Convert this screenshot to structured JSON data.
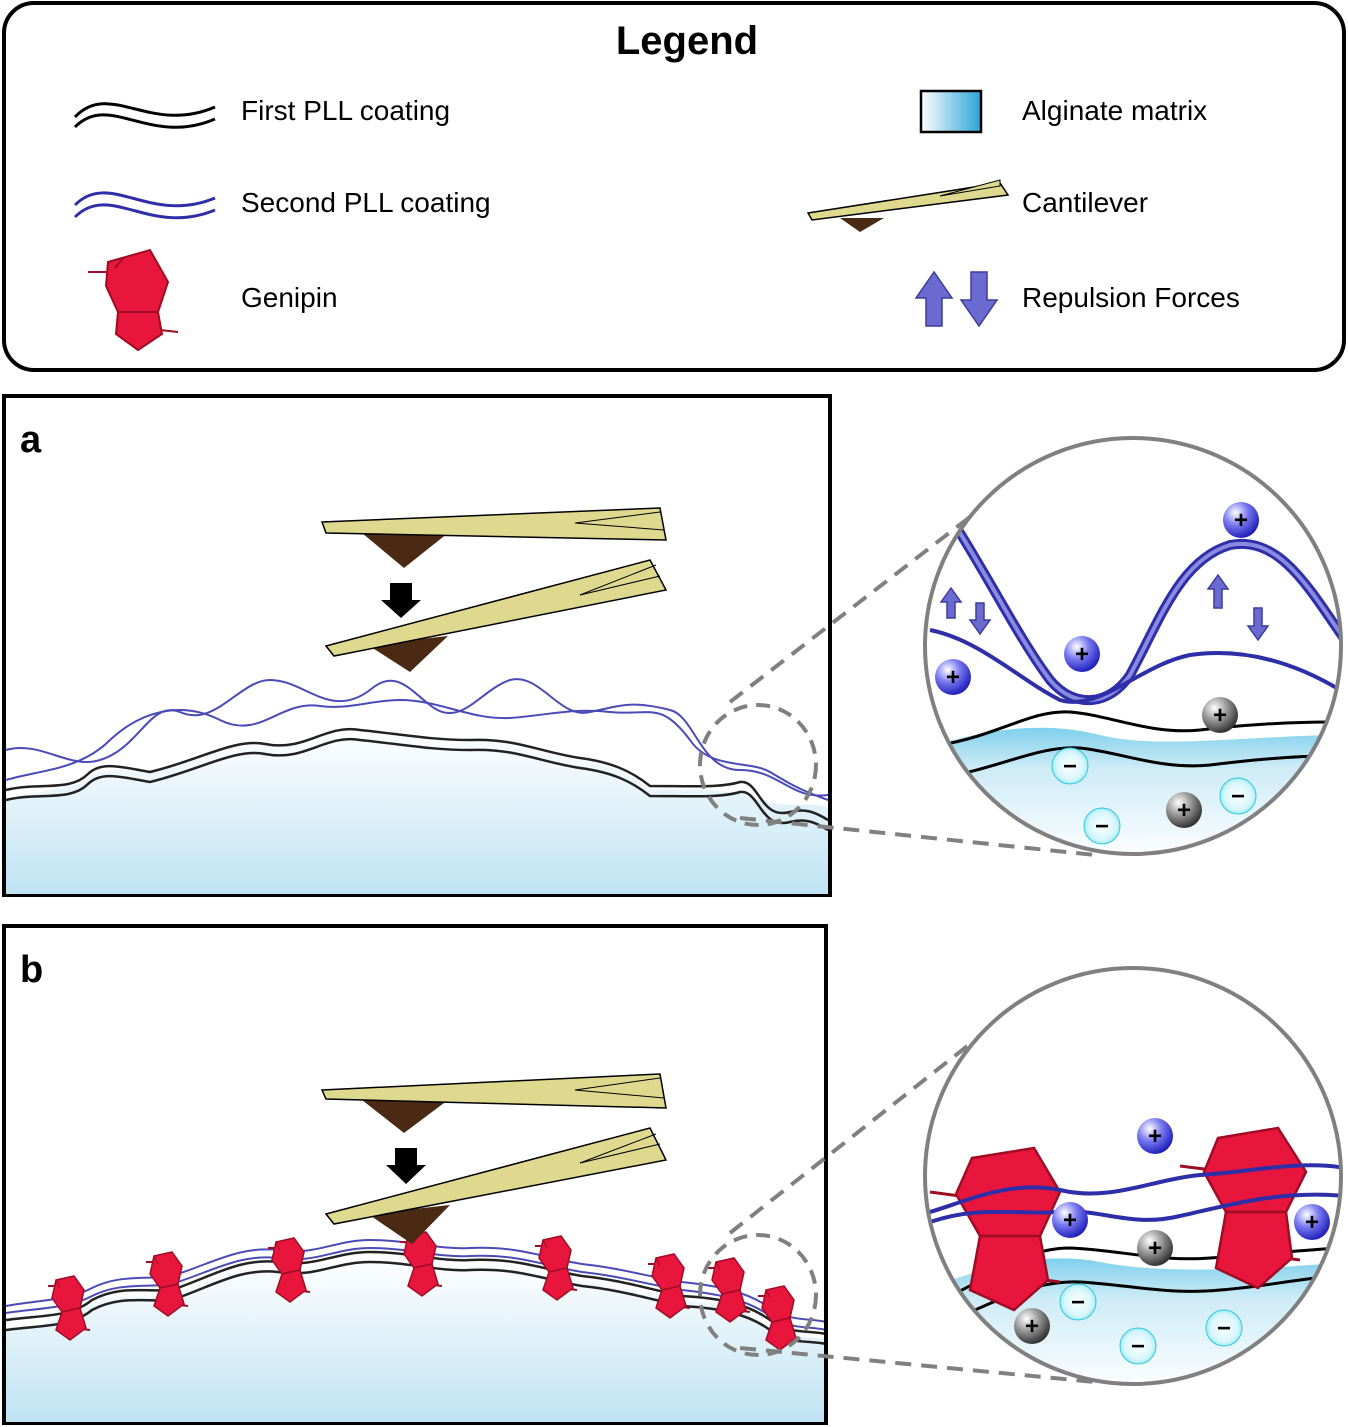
{
  "legend": {
    "title": "Legend",
    "items": {
      "first_pll": "First PLL coating",
      "second_pll": "Second PLL coating",
      "genipin": "Genipin",
      "alginate": "Alginate matrix",
      "cantilever": "Cantilever",
      "repulsion": "Repulsion Forces"
    }
  },
  "panels": {
    "a": {
      "label": "a"
    },
    "b": {
      "label": "b"
    }
  },
  "charges": {
    "plus": "+",
    "minus": "−"
  },
  "colors": {
    "first_pll": "#000000",
    "second_pll": "#2e2ea8",
    "second_pll_light": "#5a5ac8",
    "genipin": "#e8163c",
    "genipin_edge": "#a00c24",
    "alginate": "#3cb4dc",
    "cantilever": "#ded98f",
    "tip": "#4a2a12",
    "arrow": "#6a6ad0"
  }
}
